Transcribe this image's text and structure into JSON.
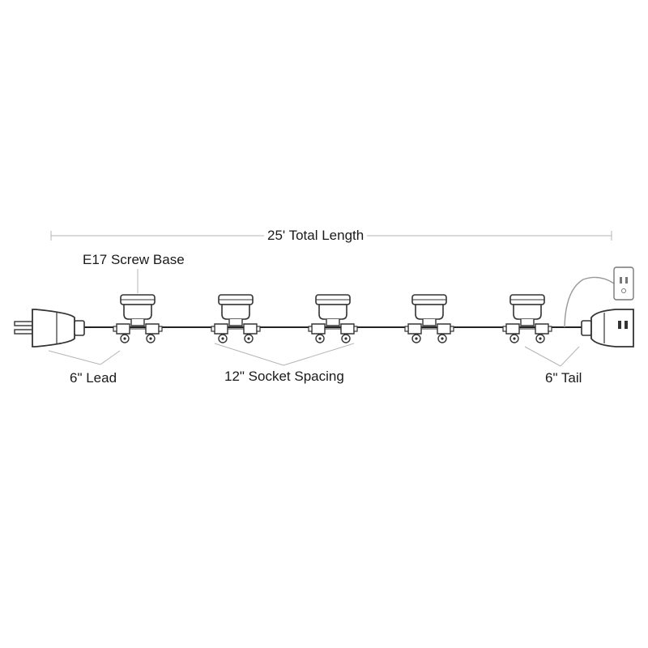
{
  "labels": {
    "total_length": "25' Total Length",
    "base_type": "E17 Screw Base",
    "lead": "6\" Lead",
    "socket_spacing": "12\" Socket Spacing",
    "tail": "6\" Tail"
  },
  "colors": {
    "line": "#222222",
    "outline": "#333333",
    "leader": "#b5b5b5",
    "text": "#1a1a1a"
  },
  "icons": {
    "plug": "male-plug-icon",
    "socket": "e17-socket-icon",
    "connector": "female-connector-icon",
    "adapter": "wall-plug-icon"
  },
  "socket_count": 5
}
